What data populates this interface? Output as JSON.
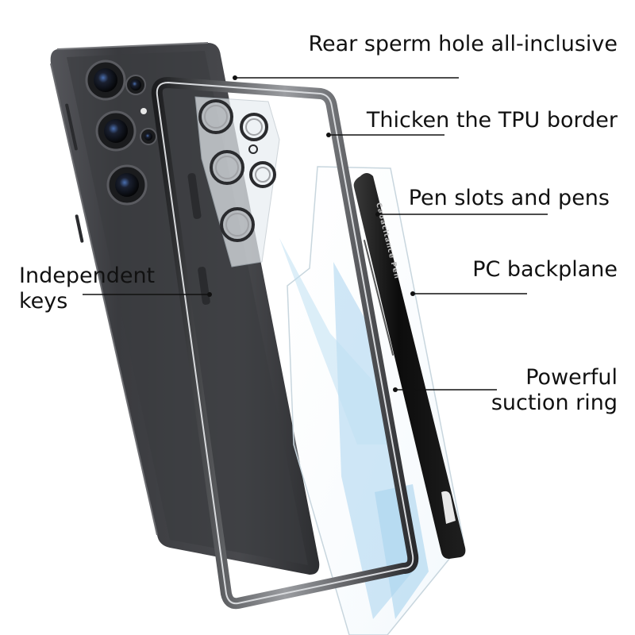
{
  "callouts": {
    "rear_hole": "Rear sperm hole all-inclusive",
    "tpu_border": "Thicken the TPU border",
    "pen_slots": "Pen slots and pens",
    "pc_backplane": "PC backplane",
    "suction_ring_line1": "Powerful",
    "suction_ring_line2": "suction ring",
    "keys_line1": "Independent",
    "keys_line2": "keys"
  },
  "product_print": {
    "pen_text": "Capacitance Pen"
  },
  "colors": {
    "phone_body": "#3e3f43",
    "frame_chrome": "#2a2b2e",
    "backplane_tint": "#a9d3ee",
    "pen_body": "#111111",
    "leader_line": "#111111",
    "text": "#111111"
  }
}
